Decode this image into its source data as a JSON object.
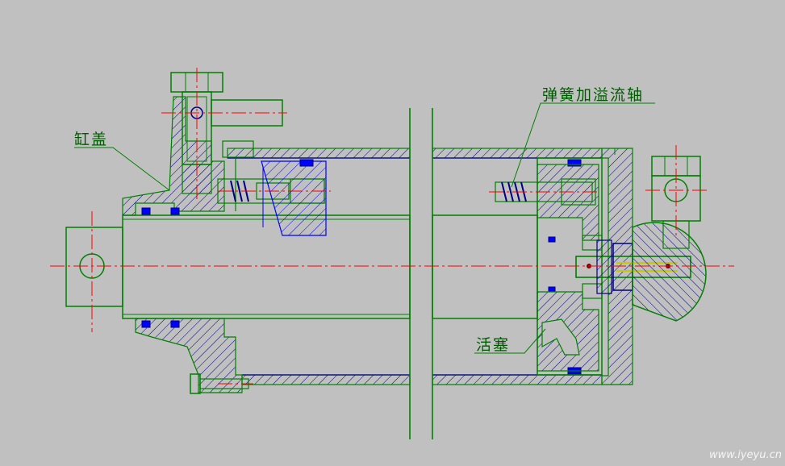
{
  "labels": {
    "cylinder_cover": "缸盖",
    "spring_relief_shaft": "弹簧加溢流轴",
    "piston": "活塞"
  },
  "watermark": "www.iyeyu.cn",
  "colors": {
    "background": "#c0c0c0",
    "outline": "#008000",
    "centerline": "#ff0000",
    "hatch_dark": "#000080",
    "hatch_blue": "#0000ff",
    "yellow": "#c8c800"
  }
}
